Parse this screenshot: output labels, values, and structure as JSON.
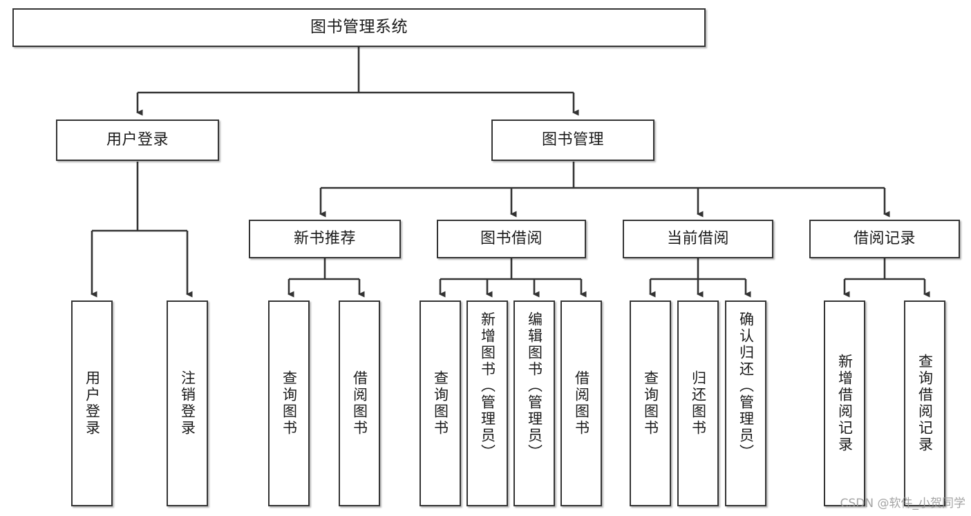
{
  "diagram": {
    "type": "tree-hierarchy",
    "title": "图书管理系统",
    "watermark": "CSDN @软件_小贺同学",
    "colors": {
      "background": "#ffffff",
      "box_border": "#333333",
      "box_fill": "#ffffff",
      "connector": "#333333",
      "watermark": "#9a9a9a"
    },
    "root": {
      "label": "图书管理系统"
    },
    "level1": [
      {
        "label": "用户登录"
      },
      {
        "label": "图书管理"
      }
    ],
    "user_login_children": [
      {
        "label": "用户登录"
      },
      {
        "label": "注销登录"
      }
    ],
    "level2": [
      {
        "label": "新书推荐"
      },
      {
        "label": "图书借阅"
      },
      {
        "label": "当前借阅"
      },
      {
        "label": "借阅记录"
      }
    ],
    "new_book_children": [
      {
        "label": "查询图书"
      },
      {
        "label": "借阅图书"
      }
    ],
    "borrow_children": [
      {
        "label": "查询图书"
      },
      {
        "label": "新增图书（管理员）"
      },
      {
        "label": "编辑图书（管理员）"
      },
      {
        "label": "借阅图书"
      }
    ],
    "current_borrow_children": [
      {
        "label": "查询图书"
      },
      {
        "label": "归还图书"
      },
      {
        "label": "确认归还（管理员）"
      }
    ],
    "record_children": [
      {
        "label": "新增借阅记录"
      },
      {
        "label": "查询借阅记录"
      }
    ]
  }
}
